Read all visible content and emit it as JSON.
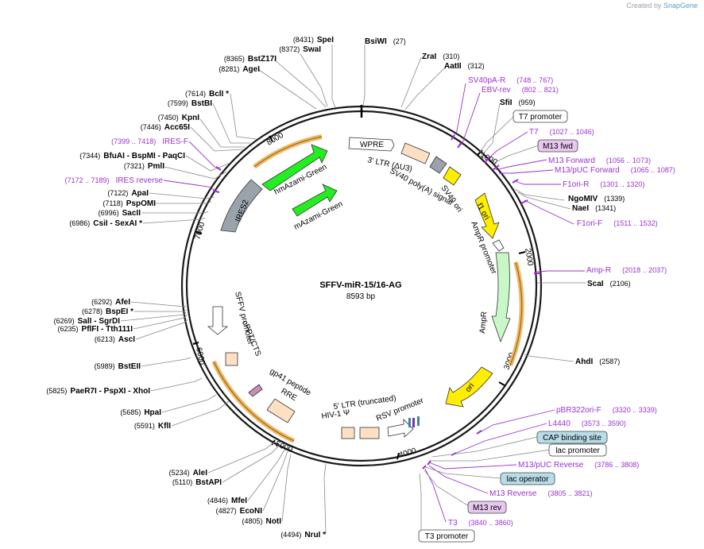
{
  "credit": {
    "prefix": "Created by",
    "brand": "SnapGene"
  },
  "plasmid": {
    "name": "SFFV-miR-15/16-AG",
    "size": "8593 bp"
  },
  "ticks": [
    "1000",
    "2000",
    "3000",
    "4000",
    "5000",
    "6000",
    "7000",
    "8000"
  ],
  "sites_left": [
    {
      "num": "(8431)",
      "name": "SpeI"
    },
    {
      "num": "(8372)",
      "name": "SwaI"
    },
    {
      "num": "(8365)",
      "name": "BstZ17I"
    },
    {
      "num": "(8281)",
      "name": "AgeI"
    },
    {
      "num": "(7614)",
      "name": "BclI *"
    },
    {
      "num": "(7599)",
      "name": "BstBI"
    },
    {
      "num": "(7450)",
      "name": "KpnI"
    },
    {
      "num": "(7446)",
      "name": "Acc65I"
    },
    {
      "num": "(7344)",
      "name": "BfuAI  - BspMI  - PaqCI"
    },
    {
      "num": "(7321)",
      "name": "PmlI"
    },
    {
      "num": "(7122)",
      "name": "ApaI"
    },
    {
      "num": "(7118)",
      "name": "PspOMI"
    },
    {
      "num": "(6996)",
      "name": "SacII"
    },
    {
      "num": "(6986)",
      "name": "CsiI  - SexAI *"
    },
    {
      "num": "(6292)",
      "name": "AfeI"
    },
    {
      "num": "(6278)",
      "name": "BspEI *"
    },
    {
      "num": "(6269)",
      "name": "SalI  - SgrDI"
    },
    {
      "num": "(6235)",
      "name": "PflFI  - Tth111I"
    },
    {
      "num": "(6213)",
      "name": "AscI"
    },
    {
      "num": "(5989)",
      "name": "BstEII"
    },
    {
      "num": "(5825)",
      "name": "PaeR7I  - PspXI  - XhoI"
    },
    {
      "num": "(5685)",
      "name": "HpaI"
    },
    {
      "num": "(5591)",
      "name": "KflI"
    },
    {
      "num": "(5234)",
      "name": "AleI"
    },
    {
      "num": "(5110)",
      "name": "BstAPI"
    },
    {
      "num": "(4846)",
      "name": "MfeI"
    },
    {
      "num": "(4827)",
      "name": "EcoNI"
    },
    {
      "num": "(4805)",
      "name": "NotI"
    },
    {
      "num": "(4494)",
      "name": "NruI *"
    }
  ],
  "sites_right": [
    {
      "name": "BsiWI",
      "num": "(27)"
    },
    {
      "name": "ZraI",
      "num": "(310)"
    },
    {
      "name": "AatII",
      "num": "(312)"
    },
    {
      "name": "SfiI",
      "num": "(959)"
    },
    {
      "name": "NgoMIV",
      "num": "(1339)"
    },
    {
      "name": "NaeI",
      "num": "(1341)"
    },
    {
      "name": "ScaI",
      "num": "(2106)"
    },
    {
      "name": "AhdI",
      "num": "(2587)"
    }
  ],
  "primers_left": [
    {
      "num": "(7399 .. 7418)",
      "name": "IRES-F"
    },
    {
      "num": "(7172 .. 7189)",
      "name": "IRES reverse"
    }
  ],
  "primers_right": [
    {
      "name": "SV40pA-R",
      "num": "(748 .. 767)"
    },
    {
      "name": "EBV-rev",
      "num": "(802 .. 821)"
    },
    {
      "name": "T7",
      "num": "(1027 .. 1046)"
    },
    {
      "name": "M13 Forward",
      "num": "(1056 .. 1073)"
    },
    {
      "name": "M13/pUC Forward",
      "num": "(1065 .. 1087)"
    },
    {
      "name": "F1ori-R",
      "num": "(1301 .. 1320)"
    },
    {
      "name": "F1ori-F",
      "num": "(1511 .. 1532)"
    },
    {
      "name": "Amp-R",
      "num": "(2018 .. 2037)"
    },
    {
      "name": "pBR322ori-F",
      "num": "(3320 .. 3339)"
    },
    {
      "name": "L4440",
      "num": "(3573 .. 3590)"
    },
    {
      "name": "M13/pUC Reverse",
      "num": "(3786 .. 3808)"
    },
    {
      "name": "M13 Reverse",
      "num": "(3805 .. 3821)"
    },
    {
      "name": "T3",
      "num": "(3840 .. 3860)"
    }
  ],
  "boxed": [
    {
      "label": "T7 promoter",
      "style": "white"
    },
    {
      "label": "M13 fwd",
      "style": "purple"
    },
    {
      "label": "CAP binding site",
      "style": "teal"
    },
    {
      "label": "lac promoter",
      "style": "white"
    },
    {
      "label": "lac operator",
      "style": "teal"
    },
    {
      "label": "M13 rev",
      "style": "purple"
    },
    {
      "label": "T3 promoter",
      "style": "white"
    }
  ],
  "features": [
    "WPRE",
    "3' LTR (ΔU3)",
    "SV40 poly(A) signal",
    "SV40 ori",
    "f1 ori",
    "AmpR promoter",
    "AmpR",
    "ori",
    "RSV promoter",
    "5' LTR (truncated)",
    "HIV-1 Ψ",
    "RRE",
    "gp41 peptide",
    "cPPT/CTS",
    "SFFV promoter",
    "IRES2",
    "hmAzami-Green",
    "mAzami-Green"
  ],
  "colors": {
    "ring": "#1a1a1a",
    "green": "#22ee22",
    "gray": "#9aa3ab",
    "tan": "#fde0c4",
    "yellow": "#ffee00",
    "mint": "#c8f7c8",
    "orange": "#e8a33c",
    "primer": "#9b30d0",
    "mauve": "#c890b8"
  }
}
